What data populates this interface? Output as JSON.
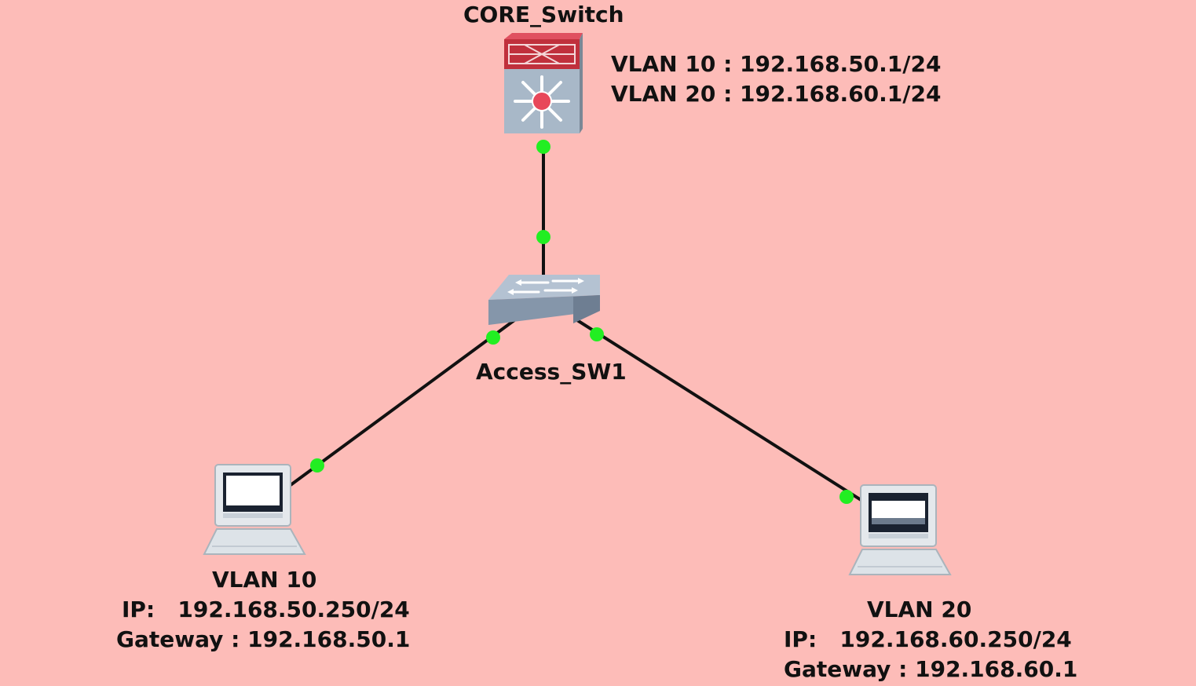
{
  "diagram": {
    "background": "#fdbcb8",
    "link_color": "#111111",
    "port_color": "#22ee22",
    "nodes": {
      "core": {
        "name": "CORE_Switch",
        "type": "multilayer-switch",
        "info": [
          "VLAN 10 : 192.168.50.1/24",
          "VLAN 20 : 192.168.60.1/24"
        ]
      },
      "access": {
        "name": "Access_SW1",
        "type": "switch"
      },
      "pc1": {
        "type": "pc",
        "vlan": "VLAN 10",
        "ip_line": "IP:   192.168.50.250/24",
        "gateway_line": "Gateway : 192.168.50.1"
      },
      "pc2": {
        "type": "pc",
        "vlan": "VLAN 20",
        "ip_line": "IP:   192.168.60.250/24",
        "gateway_line": "Gateway : 192.168.60.1"
      }
    },
    "links": [
      {
        "from": "core",
        "to": "access"
      },
      {
        "from": "access",
        "to": "pc1"
      },
      {
        "from": "access",
        "to": "pc2"
      }
    ]
  }
}
